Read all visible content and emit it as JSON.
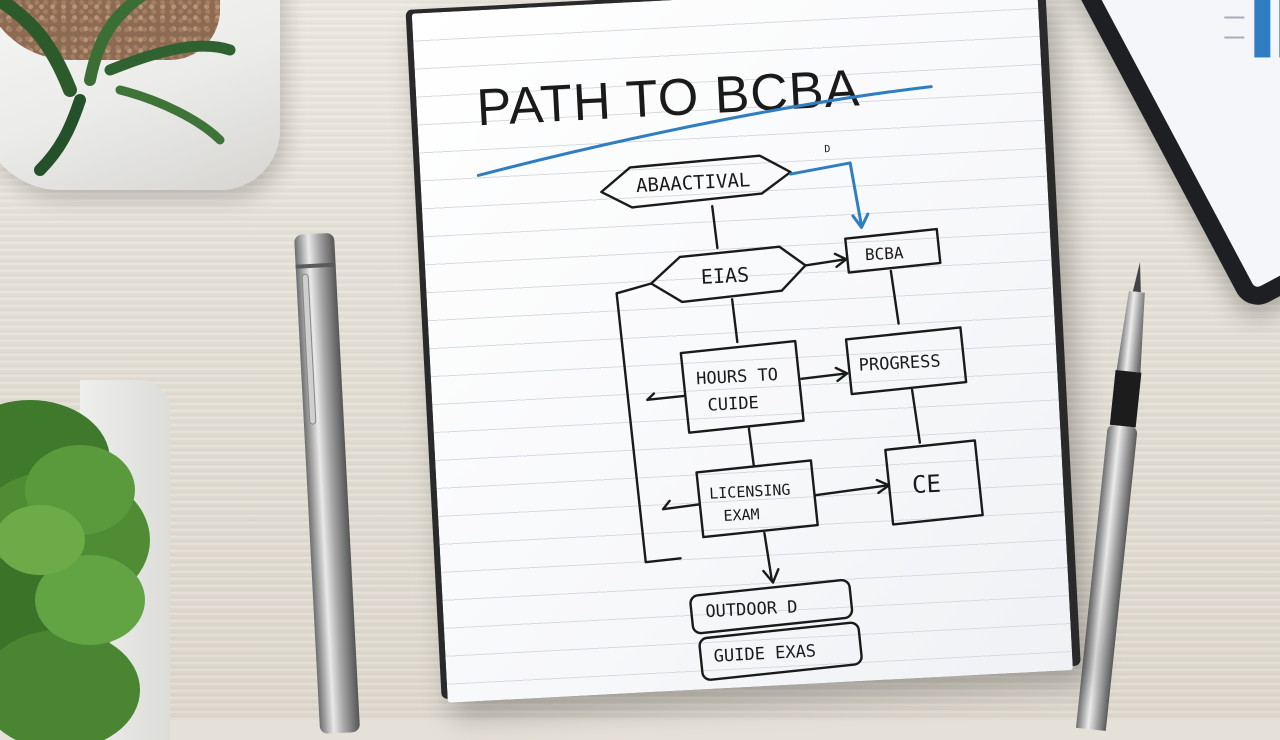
{
  "notebook": {
    "title": "PATH TO BCBA",
    "nodes": {
      "start": "ABAACTIVAL",
      "decision": "EIAS",
      "side_top": "BCBA",
      "middle_left_line1": "HOURS TO",
      "middle_left_line2": "CUIDE",
      "middle_right": "PROGRESS",
      "lower_left_line1": "LICENSING",
      "lower_left_line2": "EXAM",
      "lower_right": "CE",
      "bottom1": "OUTDOOR D",
      "bottom2": "GUIDE EXAS"
    },
    "blue_arrow_label": "D"
  },
  "colors": {
    "ink": "#1a1a1a",
    "highlight_blue": "#2f7ec2",
    "desk": "#e6e1d8"
  }
}
